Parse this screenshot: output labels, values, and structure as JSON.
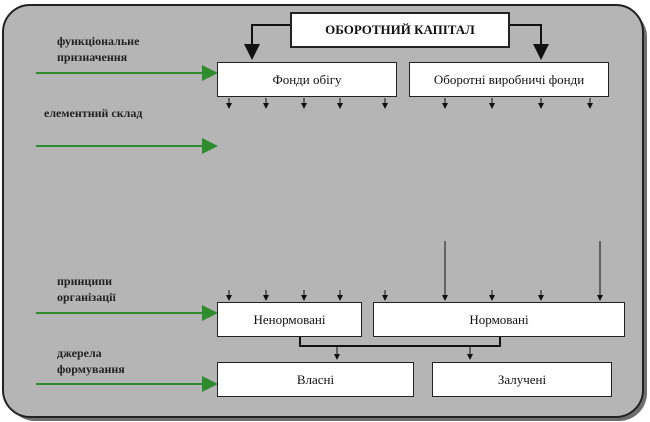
{
  "title": "ОБОРОТНИЙ КАПІТАЛ",
  "row1": {
    "left": "Фонди обігу",
    "right": "Оборотні виробничі фонди"
  },
  "row3": {
    "left": "Ненормовані",
    "right": "Нормовані"
  },
  "row4": {
    "left": "Власні",
    "right": "Залучені"
  },
  "labels": {
    "functional": "функціональне призначення",
    "elemental": "елементний склад",
    "principles": "принципи організації",
    "sources": "джерела формування"
  },
  "colors": {
    "panel": "#b5b5b5",
    "arrow_green": "#2e8b2e",
    "line": "#111111"
  }
}
